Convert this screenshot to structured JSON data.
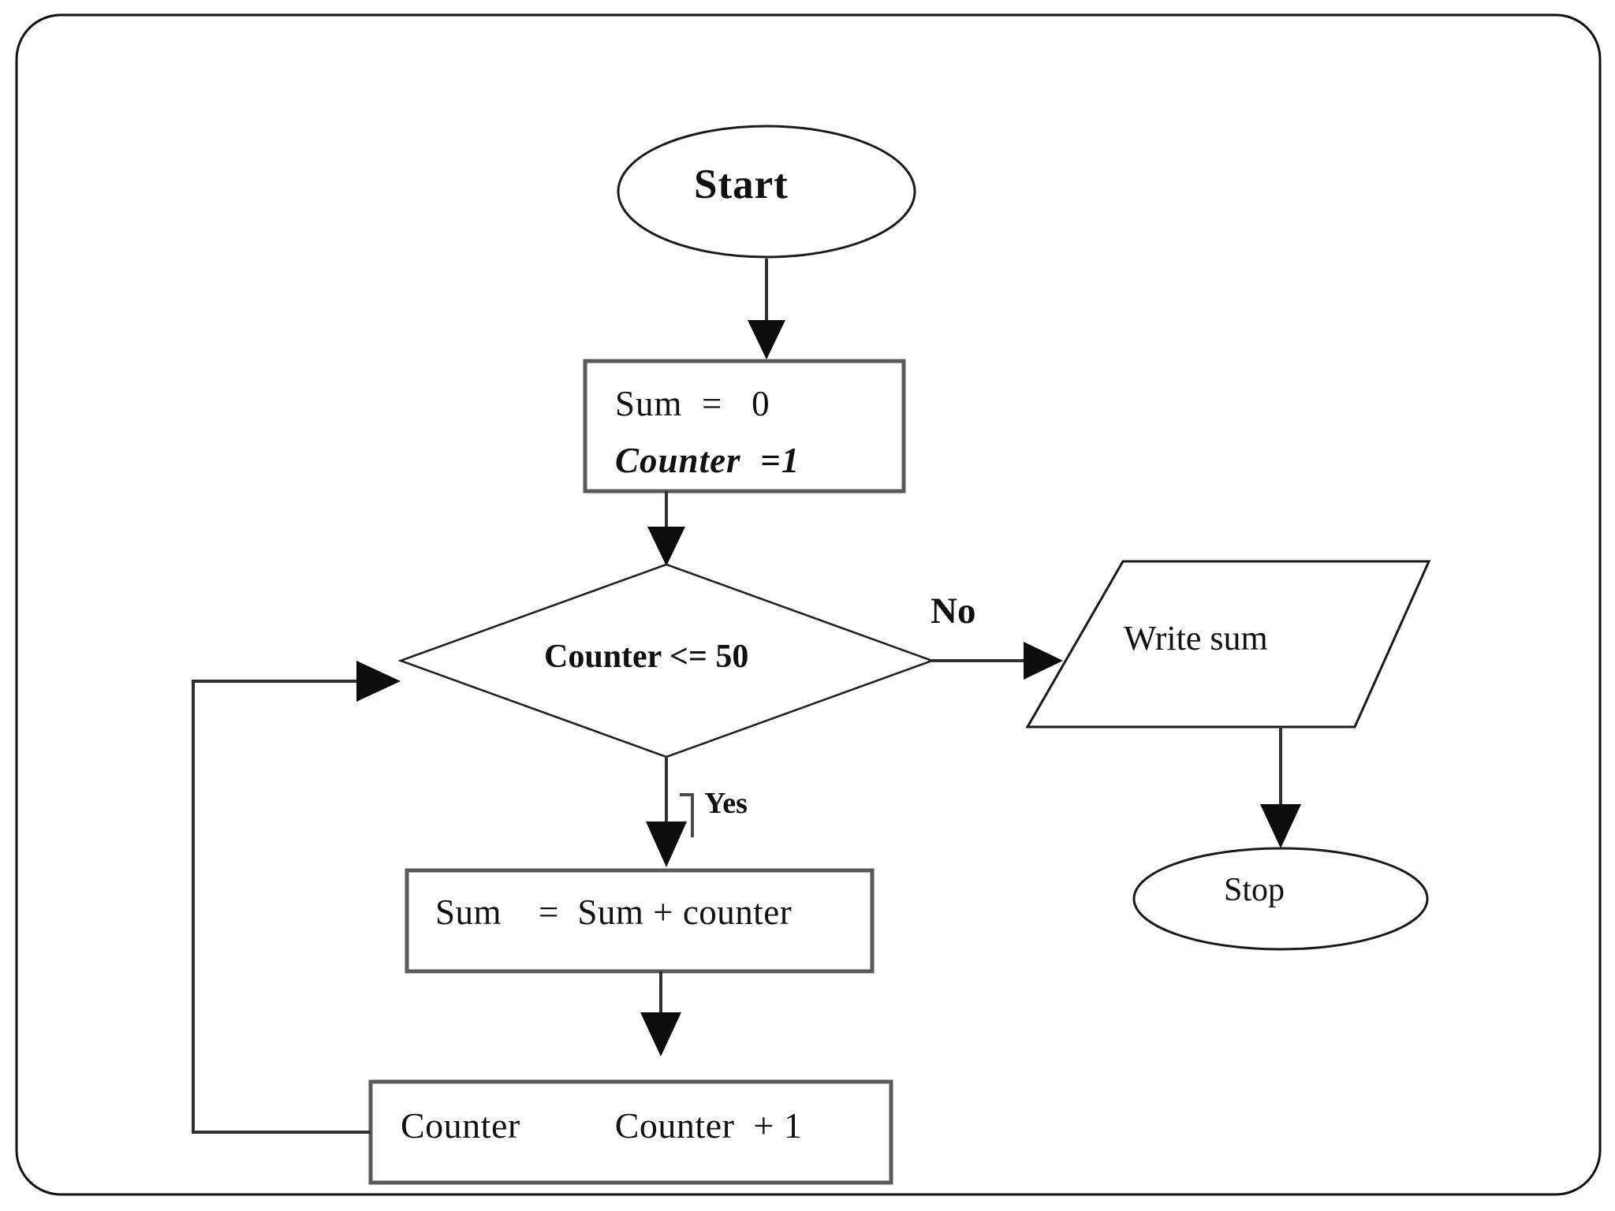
{
  "diagram": {
    "type": "flowchart",
    "title": "Sum of numbers 1 to 50 flowchart",
    "frame_color": "#111111",
    "shape_stroke_color": "#1a1a1a",
    "box_stroke_color": "#5a5a5a",
    "connector_color": "#303030",
    "background_color": "#ffffff"
  },
  "nodes": {
    "start": {
      "label": "Start",
      "shape": "ellipse"
    },
    "initialize": {
      "line1": "Sum  =   0",
      "line2": "Counter  =1",
      "shape": "process-rectangle"
    },
    "decision": {
      "label": "Counter <= 50",
      "shape": "diamond"
    },
    "write_sum": {
      "label": "Write sum",
      "shape": "parallelogram"
    },
    "stop": {
      "label": "Stop",
      "shape": "ellipse"
    },
    "accumulate": {
      "label": "Sum    =  Sum + counter",
      "shape": "process-rectangle"
    },
    "increment": {
      "label": "Counter          Counter  + 1",
      "shape": "process-rectangle"
    }
  },
  "edges": {
    "yes_label": "Yes",
    "no_label": "No"
  }
}
